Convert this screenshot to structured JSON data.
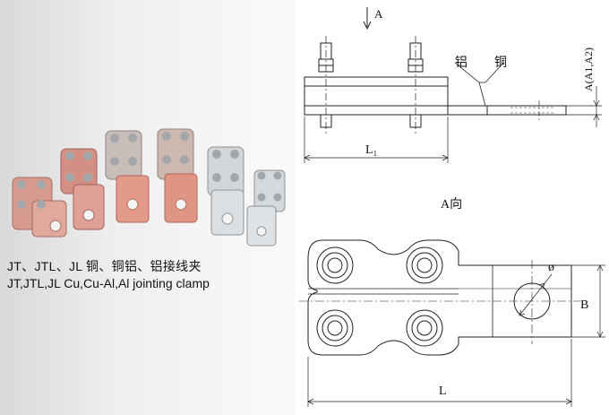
{
  "caption": {
    "cn": "JT、JTL、JL 铜、铜铝、铝接线夹",
    "en": "JT,JTL,JL Cu,Cu-Al,Al jointing clamp"
  },
  "drawing": {
    "view_arrow_label": "A",
    "label_al": "铝",
    "label_cu": "铜",
    "dim_a": "A(A1,A2)",
    "dim_l1": "L₁",
    "view_label": "A向",
    "dim_phi": "ø",
    "dim_b": "B",
    "dim_l": "L"
  },
  "colors": {
    "copper": "#d98c7a",
    "copper_dark": "#b8645a",
    "aluminum": "#c9cdd0",
    "bolt": "#9ea3a8",
    "line": "#222222"
  }
}
